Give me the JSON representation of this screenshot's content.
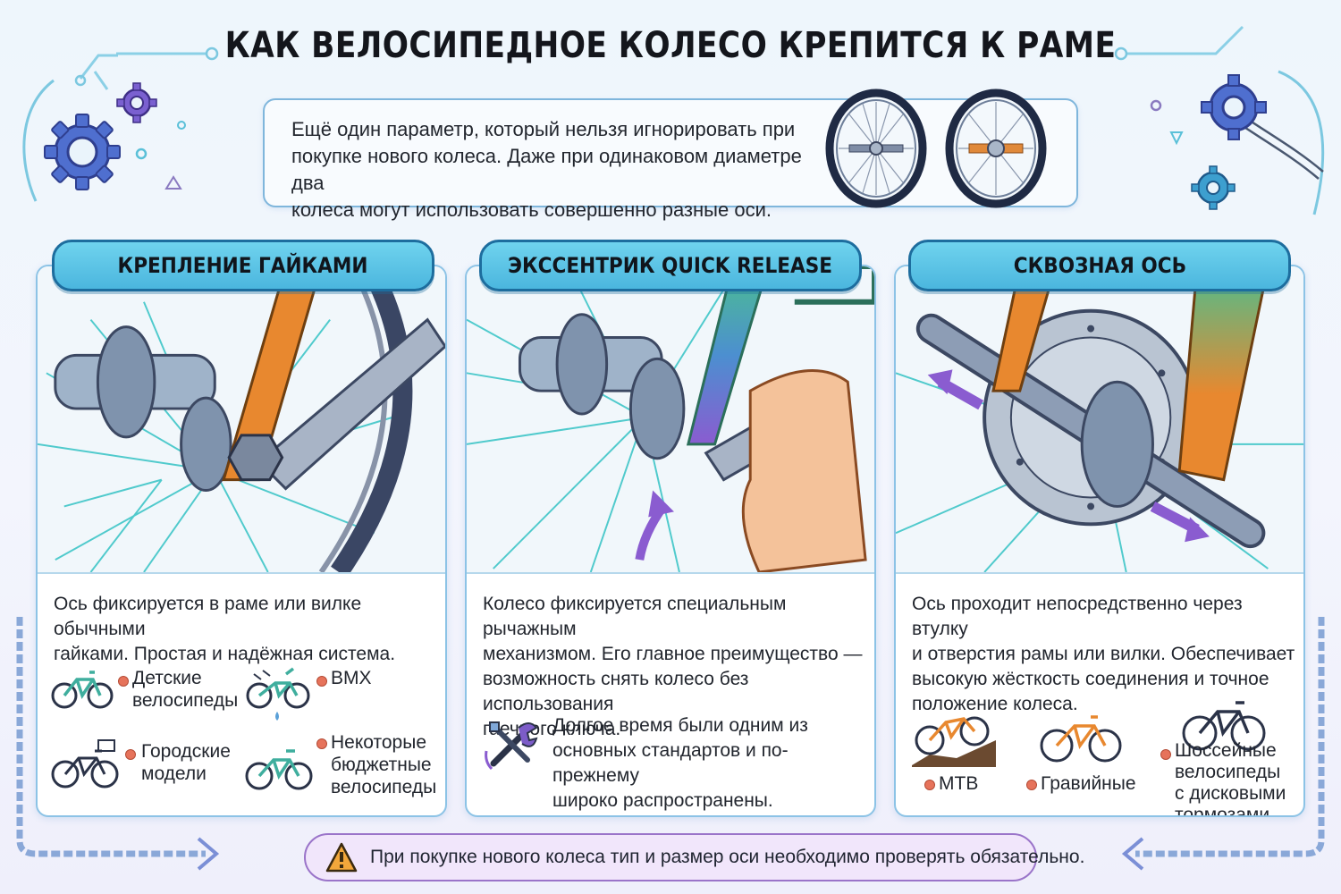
{
  "title": "КАК ВЕЛОСИПЕДНОЕ КОЛЕСО КРЕПИТСЯ К РАМЕ",
  "intro": {
    "text_lines": [
      "Ещё один параметр, который нельзя игнорировать при",
      "покупке нового колеса. Даже при одинаковом диаметре два",
      "колеса могут использовать совершенно разные оси."
    ]
  },
  "panels": [
    {
      "header": "КРЕПЛЕНИЕ ГАЙКАМИ",
      "description_lines": [
        "Ось фиксируется в раме или вилке обычными",
        "гайками. Простая и надёжная система."
      ],
      "bikes": [
        {
          "label_lines": [
            "Детские",
            "велосипеды"
          ],
          "icon": "kids-bike-icon"
        },
        {
          "label_lines": [
            "BMX"
          ],
          "icon": "bmx-bike-icon"
        },
        {
          "label_lines": [
            "Городские",
            "модели"
          ],
          "icon": "city-bike-icon"
        },
        {
          "label_lines": [
            "Некоторые",
            "бюджетные",
            "велосипеды"
          ],
          "icon": "budget-bike-icon"
        }
      ]
    },
    {
      "header": "ЭКССЕНТРИК QUICK RELEASE",
      "description_lines": [
        "Колесо фиксируется специальным рычажным",
        "механизмом. Его главное преимущество —",
        "возможность снять колесо без использования",
        "гаечного ключа."
      ],
      "note_lines": [
        "Долгое время были одним из",
        "основных стандартов и по-прежнему",
        "широко распространены."
      ],
      "note_icon": "tools-icon"
    },
    {
      "header": "СКВОЗНАЯ ОСЬ",
      "description_lines": [
        "Ось проходит непосредственно через втулку",
        "и отверстия рамы или вилки. Обеспечивает",
        "высокую жёсткость соединения и точное",
        "положение колеса."
      ],
      "bikes": [
        {
          "label_lines": [
            "MTB"
          ],
          "icon": "mtb-bike-icon"
        },
        {
          "label_lines": [
            "Гравийные"
          ],
          "icon": "gravel-bike-icon"
        },
        {
          "label_lines": [
            "Шоссейные",
            "велосипеды",
            "с дисковыми",
            "тормозами"
          ],
          "icon": "road-bike-icon"
        }
      ]
    }
  ],
  "warning": {
    "text": "При покупке нового колеса тип и размер оси необходимо проверять обязательно.",
    "icon": "warning-icon"
  },
  "colors": {
    "frame_orange": "#e8882f",
    "spoke_teal": "#3fc6c8",
    "accent_purple": "#8a5cd0",
    "header_blue": "#4bb6de",
    "bullet_red": "#e6735b"
  }
}
